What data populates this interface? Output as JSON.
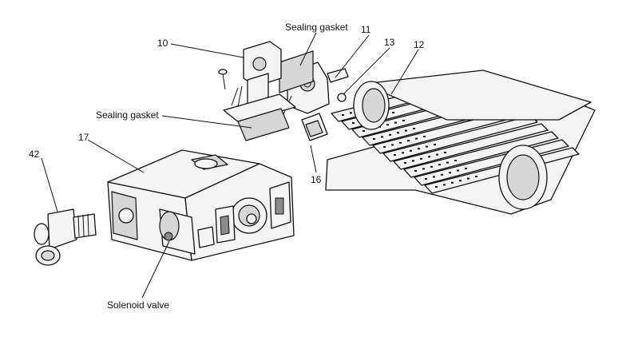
{
  "labels": {
    "sealing_gasket_top": "Sealing gasket",
    "sealing_gasket_left": "Sealing gasket",
    "solenoid_valve": "Solenoid  valve",
    "n10": "10",
    "n11": "11",
    "n12": "12",
    "n13": "13",
    "n16": "16",
    "n17": "17",
    "n42": "42"
  }
}
